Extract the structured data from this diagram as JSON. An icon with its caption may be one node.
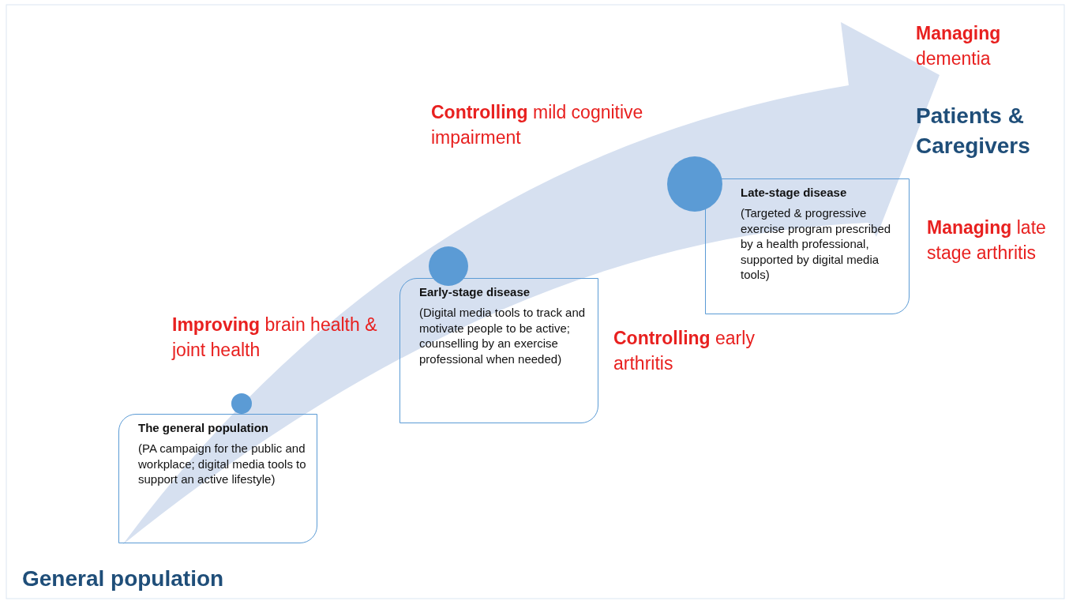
{
  "diagram": {
    "nodes": [
      {
        "text": [
          "The general population",
          "(PA campaign for the public and workplace; digital media tools to support an active lifestyle)"
        ]
      },
      {
        "text": [
          "Early-stage disease",
          "(Digital media tools to track and motivate people to be active; counselling by an exercise professional when needed)"
        ]
      },
      {
        "text": [
          "Late-stage disease",
          "(Targeted & progressive exercise program prescribed by a health professional, supported by digital media tools)"
        ]
      }
    ],
    "labels": [
      "**Managing** dementia",
      "Patients & Caregivers",
      "**Controlling** mild cognitive impairment",
      "**Managing** late stage arthritis",
      "**Improving** brain health & joint health",
      "**Controlling** early arthritis",
      "General population"
    ]
  }
}
